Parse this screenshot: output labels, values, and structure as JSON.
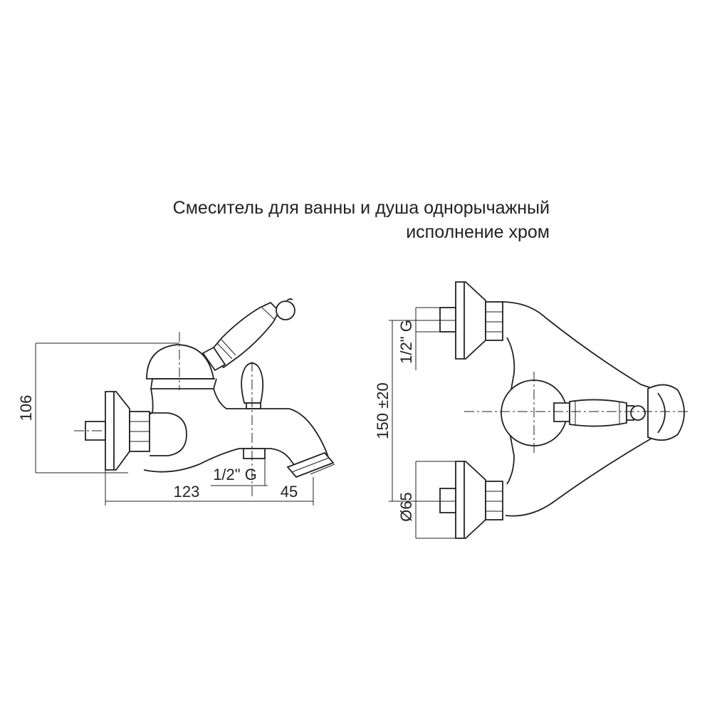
{
  "title": {
    "line1": "Смеситель для ванны и душа однорычажный",
    "line2": "исполнение хром"
  },
  "side_view": {
    "height_dim": "106",
    "length_dim": "123",
    "spout_dim": "45",
    "outlet_thread": "1/2\" G"
  },
  "front_view": {
    "center_distance_dim": "150 ±20",
    "inlet_thread": "1/2\" G",
    "flange_diameter": "Ø65"
  },
  "colors": {
    "line": "#222222",
    "background": "#ffffff"
  }
}
